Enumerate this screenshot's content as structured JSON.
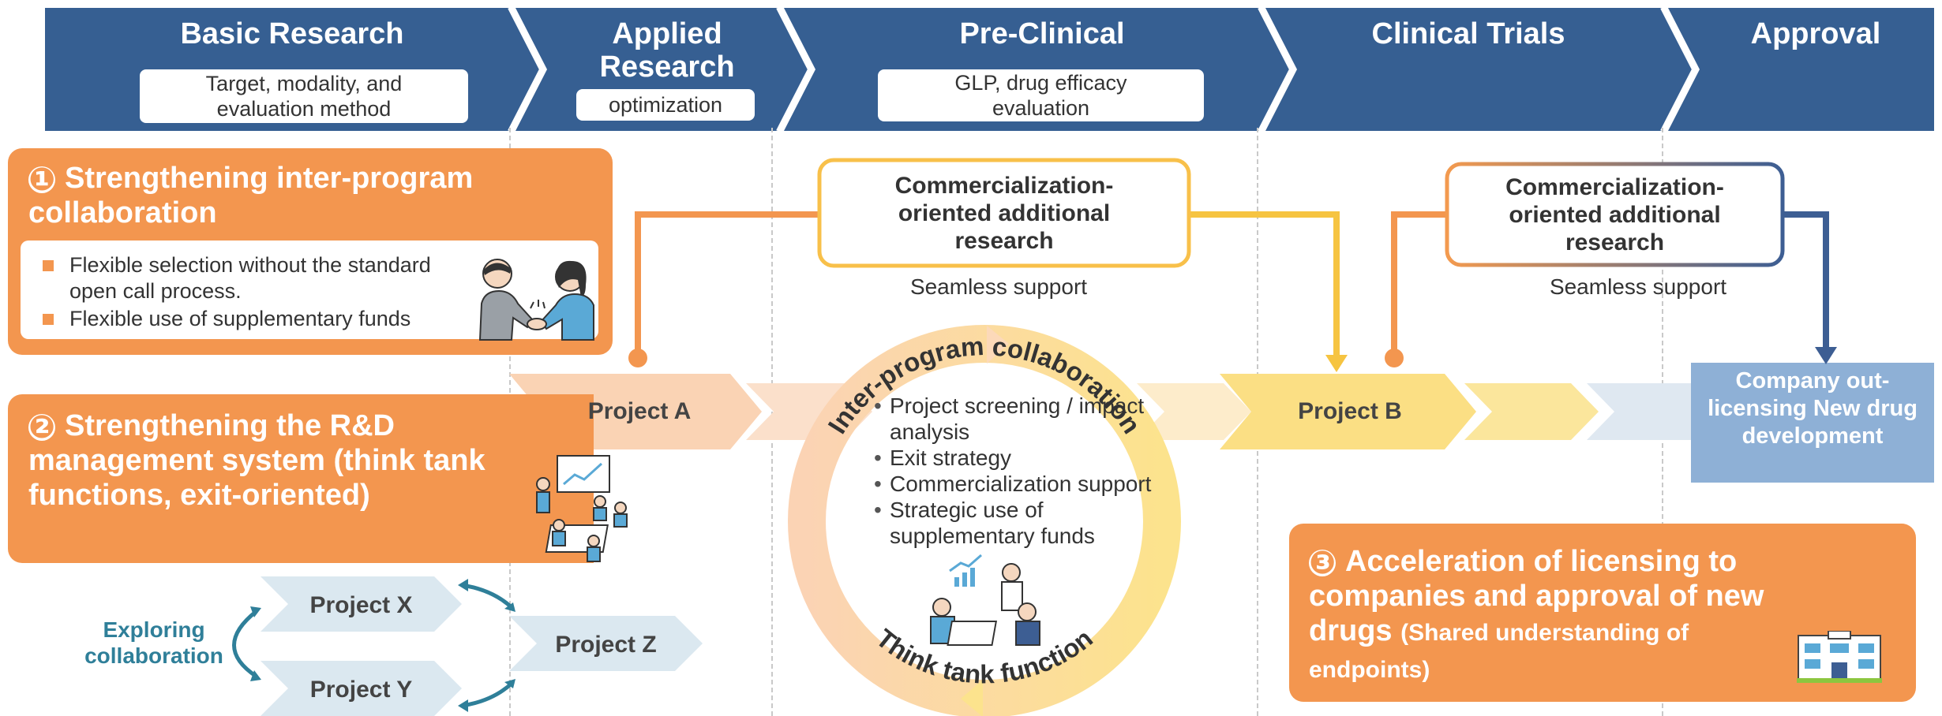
{
  "stages": [
    {
      "title": "Basic Research",
      "subtitle": "Target, modality, and evaluation method"
    },
    {
      "title": "Applied Research",
      "subtitle": "optimization"
    },
    {
      "title": "Pre-Clinical",
      "subtitle": "GLP, drug efficacy evaluation"
    },
    {
      "title": "Clinical Trials",
      "subtitle": ""
    },
    {
      "title": "Approval",
      "subtitle": ""
    }
  ],
  "colors": {
    "banner": "#365f92",
    "orange": "#f3964f",
    "light_orange": "#fad3b4",
    "yellow": "#fbdf84",
    "light_blue": "#dbe8f0",
    "approval_blue": "#8eb0d6",
    "teal": "#2f7f99"
  },
  "panel1": {
    "number": "❶",
    "title": "Strengthening inter-program collaboration",
    "bullets": [
      "Flexible selection without the standard open call process.",
      "Flexible use of supplementary funds"
    ],
    "illustration": "handshake-people-illustration"
  },
  "panel2": {
    "number": "❷",
    "title": "Strengthening the R&D management system (think tank functions, exit-oriented)",
    "illustration": "meeting-presentation-illustration"
  },
  "panel3": {
    "number": "❸",
    "title": "Acceleration of licensing to companies and approval of new drugs",
    "subtitle": "(Shared understanding of endpoints)",
    "illustration": "building-icon"
  },
  "research_boxes": [
    {
      "label": "Commercialization-oriented additional research",
      "support": "Seamless support"
    },
    {
      "label": "Commercialization-oriented additional research",
      "support": "Seamless support"
    }
  ],
  "projects": {
    "a": "Project A",
    "b": "Project B",
    "x": "Project X",
    "y": "Project Y",
    "z": "Project Z"
  },
  "exploring": "Exploring collaboration",
  "approval_box": "Company out-licensing New drug development",
  "cycle": {
    "top_label": "Inter-program collaboration",
    "bottom_label": "Think tank function",
    "items": [
      "Project screening / impact analysis",
      "Exit strategy",
      "Commercialization support",
      "Strategic use of supplementary funds"
    ],
    "illustration": "team-meeting-chart-illustration"
  }
}
